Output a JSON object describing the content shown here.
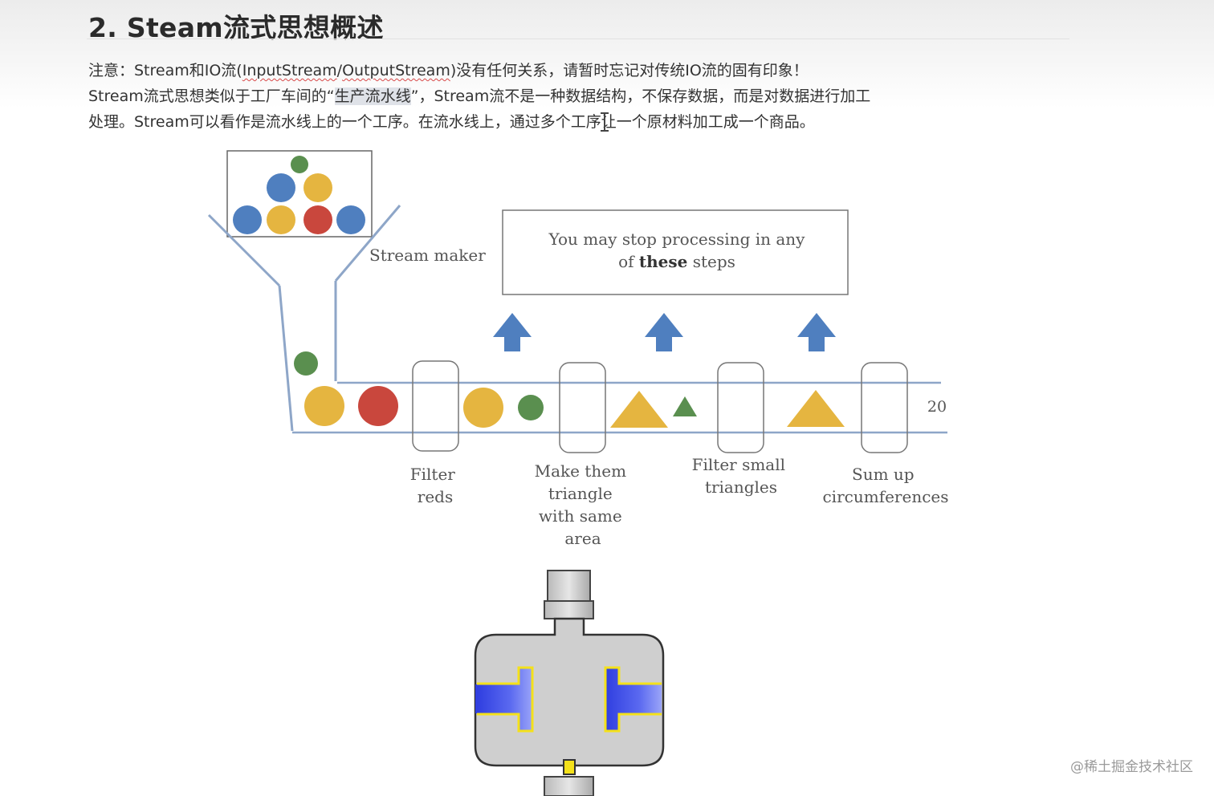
{
  "article": {
    "heading": "2. Steam流式思想概述",
    "line1": {
      "before": "注意：Stream和IO流(",
      "link1": "InputStream",
      "slash": "/",
      "link2": "OutputStream",
      "after": ")没有任何关系，请暂时忘记对传统IO流的固有印象！"
    },
    "line2": {
      "before": "Stream流式思想类似于工厂车间的“",
      "highlight": "生产流水线",
      "after": "”，Stream流不是一种数据结构，不保存数据，而是对数据进行加工"
    },
    "line3": "处理。Stream可以看作是流水线上的一个工序。在流水线上，通过多个工序让一个原材料加工成一个商品。"
  },
  "diagram": {
    "stream_maker_label": "Stream maker",
    "note_line1": "You may stop processing in any",
    "note_line2_prefix": "of ",
    "note_line2_bold": "these",
    "note_line2_suffix": " steps",
    "result_value": "20",
    "steps": [
      {
        "lines": [
          "Filter",
          "reds"
        ]
      },
      {
        "lines": [
          "Make them",
          "triangle",
          "with same",
          "area"
        ]
      },
      {
        "lines": [
          "Filter small",
          "triangles"
        ]
      },
      {
        "lines": [
          "Sum up",
          "circumferences"
        ]
      }
    ],
    "colors": {
      "blue": "#4f7fbf",
      "yellow": "#e5b540",
      "red": "#c9473d",
      "green": "#5a8f4f",
      "belt": "#8ea6c8",
      "valve_blue": "#3a48e0",
      "valve_yellow": "#f4e11a"
    }
  },
  "watermark": "@稀土掘金技术社区"
}
